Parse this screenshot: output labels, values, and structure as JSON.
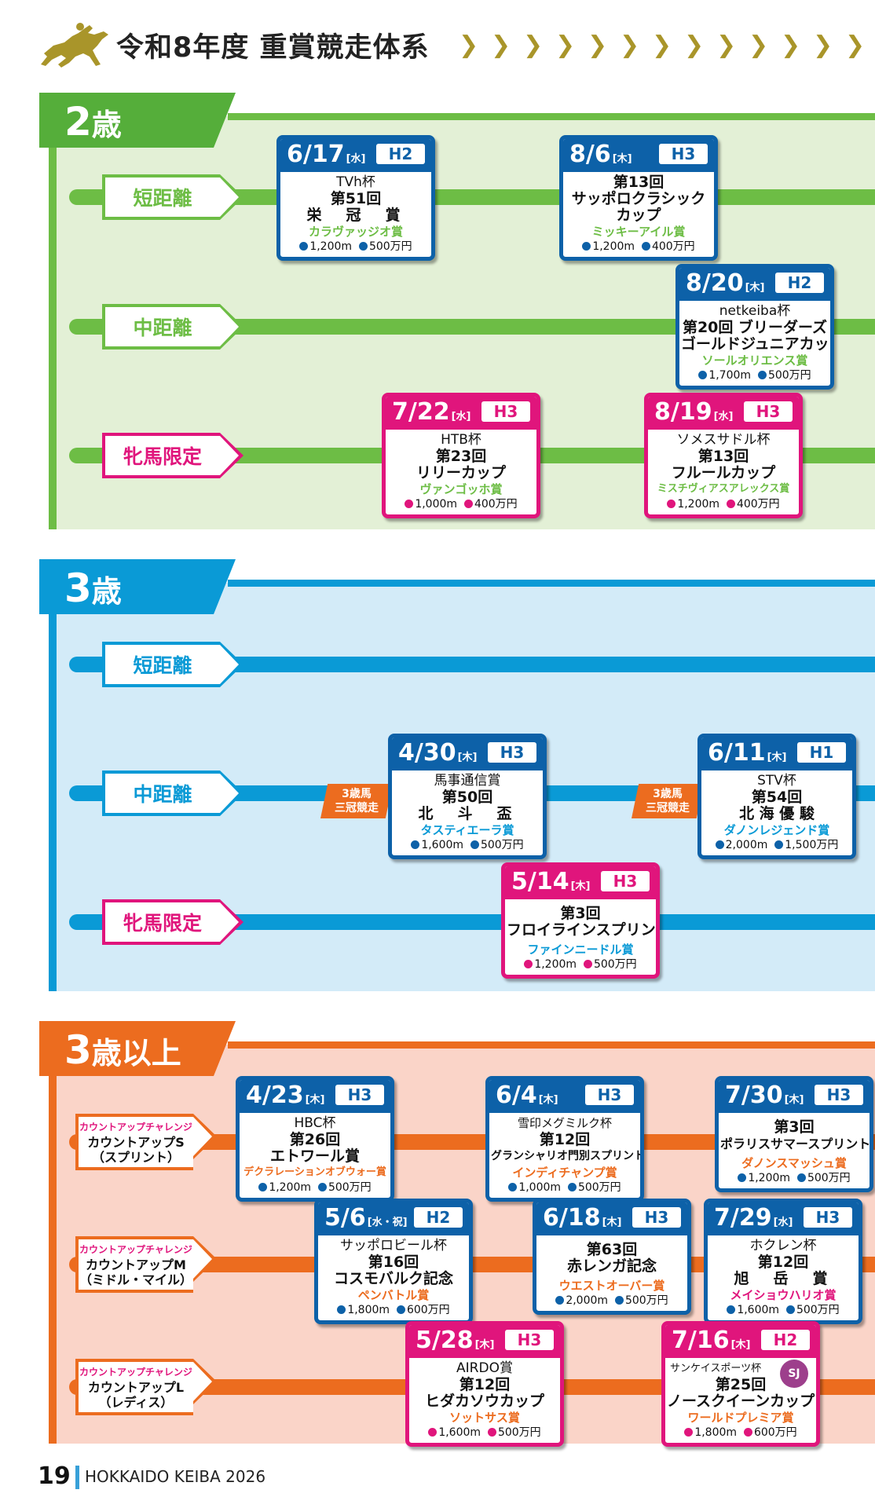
{
  "header": {
    "title": "令和8年度 重賞競走体系",
    "chevron": "❯"
  },
  "colors": {
    "green": "#6dbd45",
    "green_bg": "#e3f0d6",
    "green_tab": "#55ae3a",
    "blue": "#0a9ad6",
    "blue_bg": "#d3ebf8",
    "orange": "#ec6c1f",
    "orange_bg": "#fad4c8",
    "navy": "#0d61a8",
    "pink": "#e0157c",
    "gold": "#a9952a"
  },
  "sections": [
    {
      "label_big": "2",
      "label_small": "歳",
      "rows": [
        {
          "label": "短距離"
        },
        {
          "label": "中距離"
        },
        {
          "label": "牝馬限定"
        }
      ]
    },
    {
      "label_big": "3",
      "label_small": "歳",
      "rows": [
        {
          "label": "短距離"
        },
        {
          "label": "中距離"
        },
        {
          "label": "牝馬限定"
        }
      ]
    },
    {
      "label_big": "3",
      "label_small": "歳以上",
      "rows": [
        {
          "label_sm": "カウントアップチャレンジ",
          "label_1": "カウントアップS",
          "label_2": "（スプリント）"
        },
        {
          "label_sm": "カウントアップチャレンジ",
          "label_1": "カウントアップM",
          "label_2": "（ミドル・マイル）"
        },
        {
          "label_sm": "カウントアップチャレンジ",
          "label_1": "カウントアップL",
          "label_2": "（レディス）"
        }
      ]
    }
  ],
  "badge": {
    "line1": "3歳馬",
    "line2": "三冠競走"
  },
  "cards": [
    {
      "date": "6/17",
      "dow": "[水]",
      "grade": "H2",
      "l1": "TVh杯",
      "l2": "第51回",
      "l3": "栄　冠　賞",
      "sub": "カラヴァッジオ賞",
      "dist": "1,200m",
      "prize": "500万円"
    },
    {
      "date": "8/6",
      "dow": "[木]",
      "grade": "H3",
      "l1": "第13回",
      "l2": "サッポロクラシック",
      "l3": "カップ",
      "sub": "ミッキーアイル賞",
      "dist": "1,200m",
      "prize": "400万円"
    },
    {
      "date": "8/20",
      "dow": "[木]",
      "grade": "H2",
      "l1": "netkeiba杯",
      "l2": "第20回 ブリーダーズ",
      "l3": "ゴールドジュニアカップ",
      "sub": "ソールオリエンス賞",
      "dist": "1,700m",
      "prize": "500万円"
    },
    {
      "date": "7/22",
      "dow": "[水]",
      "grade": "H3",
      "l1": "HTB杯",
      "l2": "第23回",
      "l3": "リリーカップ",
      "sub": "ヴァンゴッホ賞",
      "dist": "1,000m",
      "prize": "400万円"
    },
    {
      "date": "8/19",
      "dow": "[水]",
      "grade": "H3",
      "l1": "ソメスサドル杯",
      "l2": "第13回",
      "l3": "フルールカップ",
      "sub": "ミスチヴィアスアレックス賞",
      "dist": "1,200m",
      "prize": "400万円"
    },
    {
      "date": "4/30",
      "dow": "[木]",
      "grade": "H3",
      "l1": "馬事通信賞",
      "l2": "第50回",
      "l3": "北　斗　盃",
      "sub": "タスティエーラ賞",
      "dist": "1,600m",
      "prize": "500万円"
    },
    {
      "date": "6/11",
      "dow": "[木]",
      "grade": "H1",
      "l1": "STV杯",
      "l2": "第54回",
      "l3": "北 海 優 駿",
      "sub": "ダノンレジェンド賞",
      "dist": "2,000m",
      "prize": "1,500万円"
    },
    {
      "date": "5/14",
      "dow": "[木]",
      "grade": "H3",
      "l1": "第3回",
      "l2": "フロイラインスプリント",
      "sub": "ファインニードル賞",
      "dist": "1,200m",
      "prize": "500万円"
    },
    {
      "date": "4/23",
      "dow": "[木]",
      "grade": "H3",
      "l1": "HBC杯",
      "l2": "第26回",
      "l3": "エトワール賞",
      "sub": "デクラレーションオブウォー賞",
      "dist": "1,200m",
      "prize": "500万円"
    },
    {
      "date": "6/4",
      "dow": "[木]",
      "grade": "H3",
      "l1": "雪印メグミルク杯",
      "l2": "第12回",
      "l3": "グランシャリオ門別スプリント",
      "sub": "インディチャンプ賞",
      "dist": "1,000m",
      "prize": "500万円"
    },
    {
      "date": "7/30",
      "dow": "[木]",
      "grade": "H3",
      "l1": "第3回",
      "l2": "ポラリスサマースプリント",
      "sub": "ダノンスマッシュ賞",
      "dist": "1,200m",
      "prize": "500万円"
    },
    {
      "date": "5/6",
      "dow": "[水・祝]",
      "grade": "H2",
      "l1": "サッポロビール杯",
      "l2": "第16回",
      "l3": "コスモバルク記念",
      "sub": "ペンバトル賞",
      "dist": "1,800m",
      "prize": "600万円"
    },
    {
      "date": "6/18",
      "dow": "[木]",
      "grade": "H3",
      "l1": "第63回",
      "l2": "赤レンガ記念",
      "sub": "ウエストオーバー賞",
      "dist": "2,000m",
      "prize": "500万円"
    },
    {
      "date": "7/29",
      "dow": "[水]",
      "grade": "H3",
      "l1": "ホクレン杯",
      "l2": "第12回",
      "l3": "旭　岳　賞",
      "sub": "メイショウハリオ賞",
      "dist": "1,600m",
      "prize": "500万円"
    },
    {
      "date": "5/28",
      "dow": "[木]",
      "grade": "H3",
      "l1": "AIRDO賞",
      "l2": "第12回",
      "l3": "ヒダカソウカップ",
      "sub": "ソットサス賞",
      "dist": "1,600m",
      "prize": "500万円"
    },
    {
      "date": "7/16",
      "dow": "[木]",
      "grade": "H2",
      "l1": "サンケイスポーツ杯",
      "l2": "第25回",
      "l3": "ノースクイーンカップ",
      "sub": "ワールドプレミア賞",
      "dist": "1,800m",
      "prize": "600万円",
      "logo": "SJ"
    }
  ],
  "footer": {
    "page": "19",
    "text": "HOKKAIDO KEIBA 2026"
  }
}
